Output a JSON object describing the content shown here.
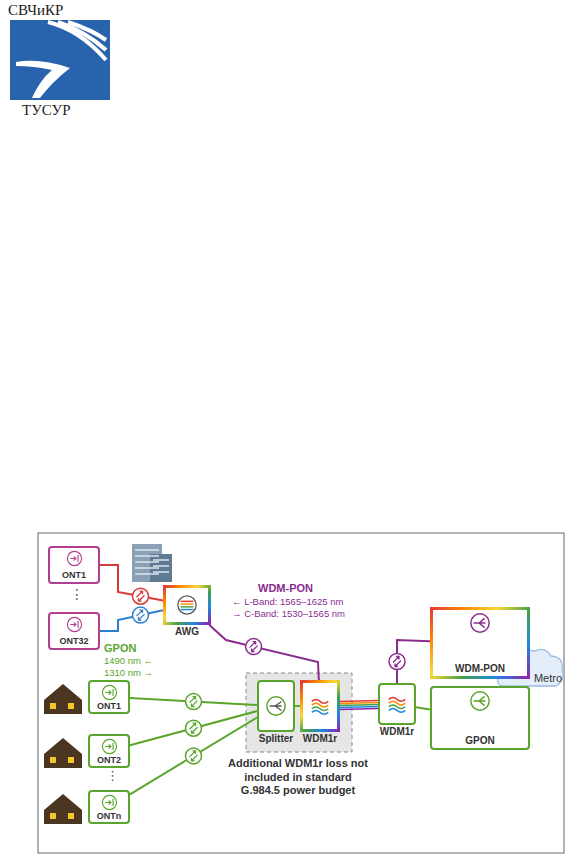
{
  "diagram": {
    "nodes": [
      {
        "text": [
          "ONT1"
        ]
      },
      {
        "text": [
          "ONT32"
        ]
      },
      {
        "text": [
          "AWG"
        ]
      },
      {
        "text": [
          "WDM-PON"
        ]
      },
      {
        "text": [
          "Splitter"
        ]
      },
      {
        "text": [
          "WDM1r"
        ]
      },
      {
        "text": [
          "WDM1r"
        ]
      },
      {
        "text": [
          "GPON"
        ]
      },
      {
        "text": [
          "Metro"
        ]
      },
      {
        "text": [
          "ONT1"
        ]
      },
      {
        "text": [
          "ONT2"
        ]
      },
      {
        "text": [
          "ONTn"
        ]
      }
    ],
    "edges": [
      {
        "from": 0,
        "to": 2,
        "arrow": "none"
      },
      {
        "from": 1,
        "to": 2,
        "arrow": "none"
      },
      {
        "from": 2,
        "to": 5,
        "arrow": "none"
      },
      {
        "from": 9,
        "to": 4,
        "arrow": "none"
      },
      {
        "from": 10,
        "to": 4,
        "arrow": "none"
      },
      {
        "from": 11,
        "to": 4,
        "arrow": "none"
      },
      {
        "from": 4,
        "to": 5,
        "arrow": "none"
      },
      {
        "from": 5,
        "to": 6,
        "arrow": "none"
      },
      {
        "from": 6,
        "to": 3,
        "arrow": "none"
      },
      {
        "from": 6,
        "to": 7,
        "arrow": "none"
      }
    ],
    "labels": [
      "СВЧиКР",
      "ТУСУР",
      "⋮",
      "WDM-PON",
      "← L-Band: 1565–1625 nm",
      "→ C-Band: 1530–1565 nm",
      "GPON",
      "1490 nm ←",
      "1310 nm →",
      "⋮",
      "Additional WDM1r loss not included in standard G.984.5 power budget"
    ]
  }
}
